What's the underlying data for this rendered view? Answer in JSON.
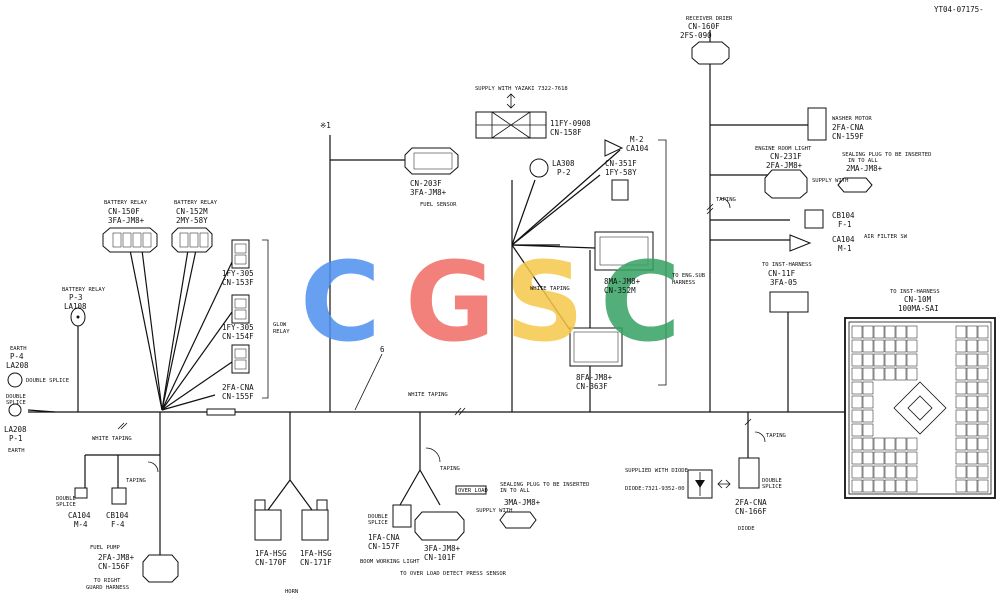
{
  "doc_id": "YT04-07175-",
  "watermark": {
    "letters": [
      "C",
      "G",
      "S",
      "C"
    ],
    "colors": [
      "#4d90ef",
      "#ef6c63",
      "#f5c84a",
      "#34a262"
    ]
  },
  "components": {
    "battery_relay_l": {
      "title": "BATTERY RELAY",
      "l1": "CN-150F",
      "l2": "3FA-JM8+"
    },
    "battery_relay_r": {
      "title": "BATTERY RELAY",
      "l1": "CN-152M",
      "l2": "2MY-58Y"
    },
    "battery_relay_p3": {
      "title": "BATTERY RELAY",
      "l1": "P-3",
      "l2": "LA108"
    },
    "earth": {
      "title": "EARTH",
      "l1": "P-4",
      "l2": "LA208",
      "splice": "DOUBLE SPLICE"
    },
    "splice_left": {
      "l1": "DOUBLE",
      "l2": "SPLICE",
      "l3": "LA208",
      "l4": "P-1",
      "l5": "EARTH"
    },
    "glow_1": {
      "l1": "1FY-305",
      "l2": "CN-153F"
    },
    "glow_2": {
      "l1": "1FY-305",
      "l2": "CN-154F"
    },
    "glow_3": {
      "l1": "2FA-CNA",
      "l2": "CN-155F"
    },
    "glow_relay": {
      "l1": "GLOW",
      "l2": "RELAY"
    },
    "fuel_sensor": {
      "l1": "CN-203F",
      "l2": "3FA-JM8+",
      "l3": "FUEL SENSOR"
    },
    "marker_x1": "※1",
    "supply_yazaki": "SUPPLY WITH YAZAKI 7322-7618",
    "cn158": {
      "l1": "11FY-0908",
      "l2": "CN-158F"
    },
    "la308": {
      "l1": "LA308",
      "l2": "P-2"
    },
    "m2": {
      "l1": "M-2",
      "l2": "CA104"
    },
    "cn351": {
      "l1": "CN-351F",
      "l2": "1FY-58Y"
    },
    "cn352": {
      "l1": "8MA-JM8+",
      "l2": "CN-352M"
    },
    "cn363": {
      "l1": "8FA-JM8+",
      "l2": "CN-363F"
    },
    "eng_sub": {
      "l1": "TO ENG.SUB",
      "l2": "HARNESS"
    },
    "white_taping_mid": "WHITE TAPING",
    "receiver_drier": {
      "title": "RECEIVER DRIER",
      "l1": "CN-160F",
      "l2": "2FS-090"
    },
    "washer_motor": {
      "title": "WASHER MOTOR",
      "l1": "2FA-CNA",
      "l2": "CN-159F"
    },
    "engine_room_light": {
      "title": "ENGINE ROOM LIGHT",
      "l1": "CN-231F",
      "l2": "2FA-JM8+"
    },
    "seal_plug_top": {
      "l1": "SEALING PLUG TO BE INSERTED",
      "l2": "IN TO ALL",
      "l3": "2MA-JM8+",
      "supply": "SUPPLY WITH"
    },
    "taping_r": "TAPING",
    "cb104_r": {
      "l1": "CB104",
      "l2": "F-1"
    },
    "ca104_r": {
      "l1": "CA104",
      "l2": "M-1"
    },
    "air_filter": "AIR FILTER SW",
    "inst_cn11": {
      "title": "TO INST-HARNESS",
      "l1": "CN-11F",
      "l2": "3FA-05"
    },
    "inst_cn10": {
      "title": "TO INST-HARNESS",
      "l1": "CN-10M",
      "l2": "100MA-SAI"
    },
    "bundle_no": "6",
    "white_taping_b": "WHITE TAPING",
    "white_taping_l": "WHITE TAPING",
    "taping_l": "TAPING",
    "taping_b": "TAPING",
    "taping_d": "TAPING",
    "double_splice_b": {
      "l1": "DOUBLE",
      "l2": "SPLICE"
    },
    "ca104_b": {
      "l1": "CA104",
      "l2": "M-4"
    },
    "cb104_b": {
      "l1": "CB104",
      "l2": "F-4"
    },
    "fuel_pump": {
      "title": "FUEL PUMP",
      "l1": "2FA-JM8+",
      "l2": "CN-156F"
    },
    "right_guard": {
      "l1": "TO RIGHT",
      "l2": "GUARD HARNESS"
    },
    "horn_1": {
      "l1": "1FA-HSG",
      "l2": "CN-170F"
    },
    "horn_2": {
      "l1": "1FA-HSG",
      "l2": "CN-171F"
    },
    "horn": "HORN",
    "boom_light": {
      "splice1": "DOUBLE",
      "splice2": "SPLICE",
      "l1": "1FA-CNA",
      "l2": "CN-157F",
      "l3": "BOOM WORKING LIGHT"
    },
    "over_load_tag": "OVER LOAD",
    "cn101": {
      "l1": "3FA-JM8+",
      "l2": "CN-101F"
    },
    "seal_plug_b": {
      "l1": "SEALING PLUG TO BE INSERTED",
      "l2": "IN TO ALL",
      "l3": "3MA-JM8+",
      "supply": "SUPPLY WITH"
    },
    "over_load_sensor": "TO OVER LOAD DETECT PRESS SENSOR",
    "diode_supply": {
      "l1": "SUPPLIED WITH DIODE",
      "l2": "DIODE:7321-9352-00"
    },
    "diode": {
      "l1": "2FA-CNA",
      "l2": "CN-166F",
      "l3": "DIODE",
      "splice1": "DOUBLE",
      "splice2": "SPLICE"
    }
  }
}
